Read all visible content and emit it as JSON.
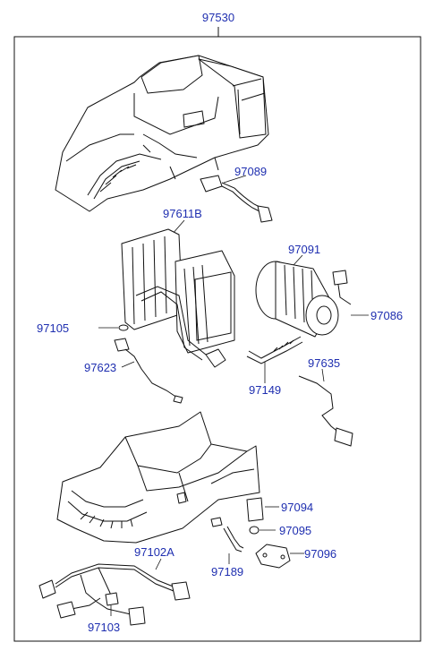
{
  "parts": {
    "assembly": "97530",
    "evaporator": "97611B",
    "sensor_97089": "97089",
    "blower_motor": "97091",
    "motor_flange": "97086",
    "valve_97105": "97105",
    "sensor_97623": "97623",
    "hose_97149": "97149",
    "sensor_97635": "97635",
    "seal_97094": "97094",
    "clip_97095": "97095",
    "bracket_97096": "97096",
    "hose_97189": "97189",
    "harness": "97102A",
    "connector_97103": "97103"
  },
  "colors": {
    "label": "#1f2fb0",
    "line": "#111111",
    "background": "#ffffff"
  }
}
